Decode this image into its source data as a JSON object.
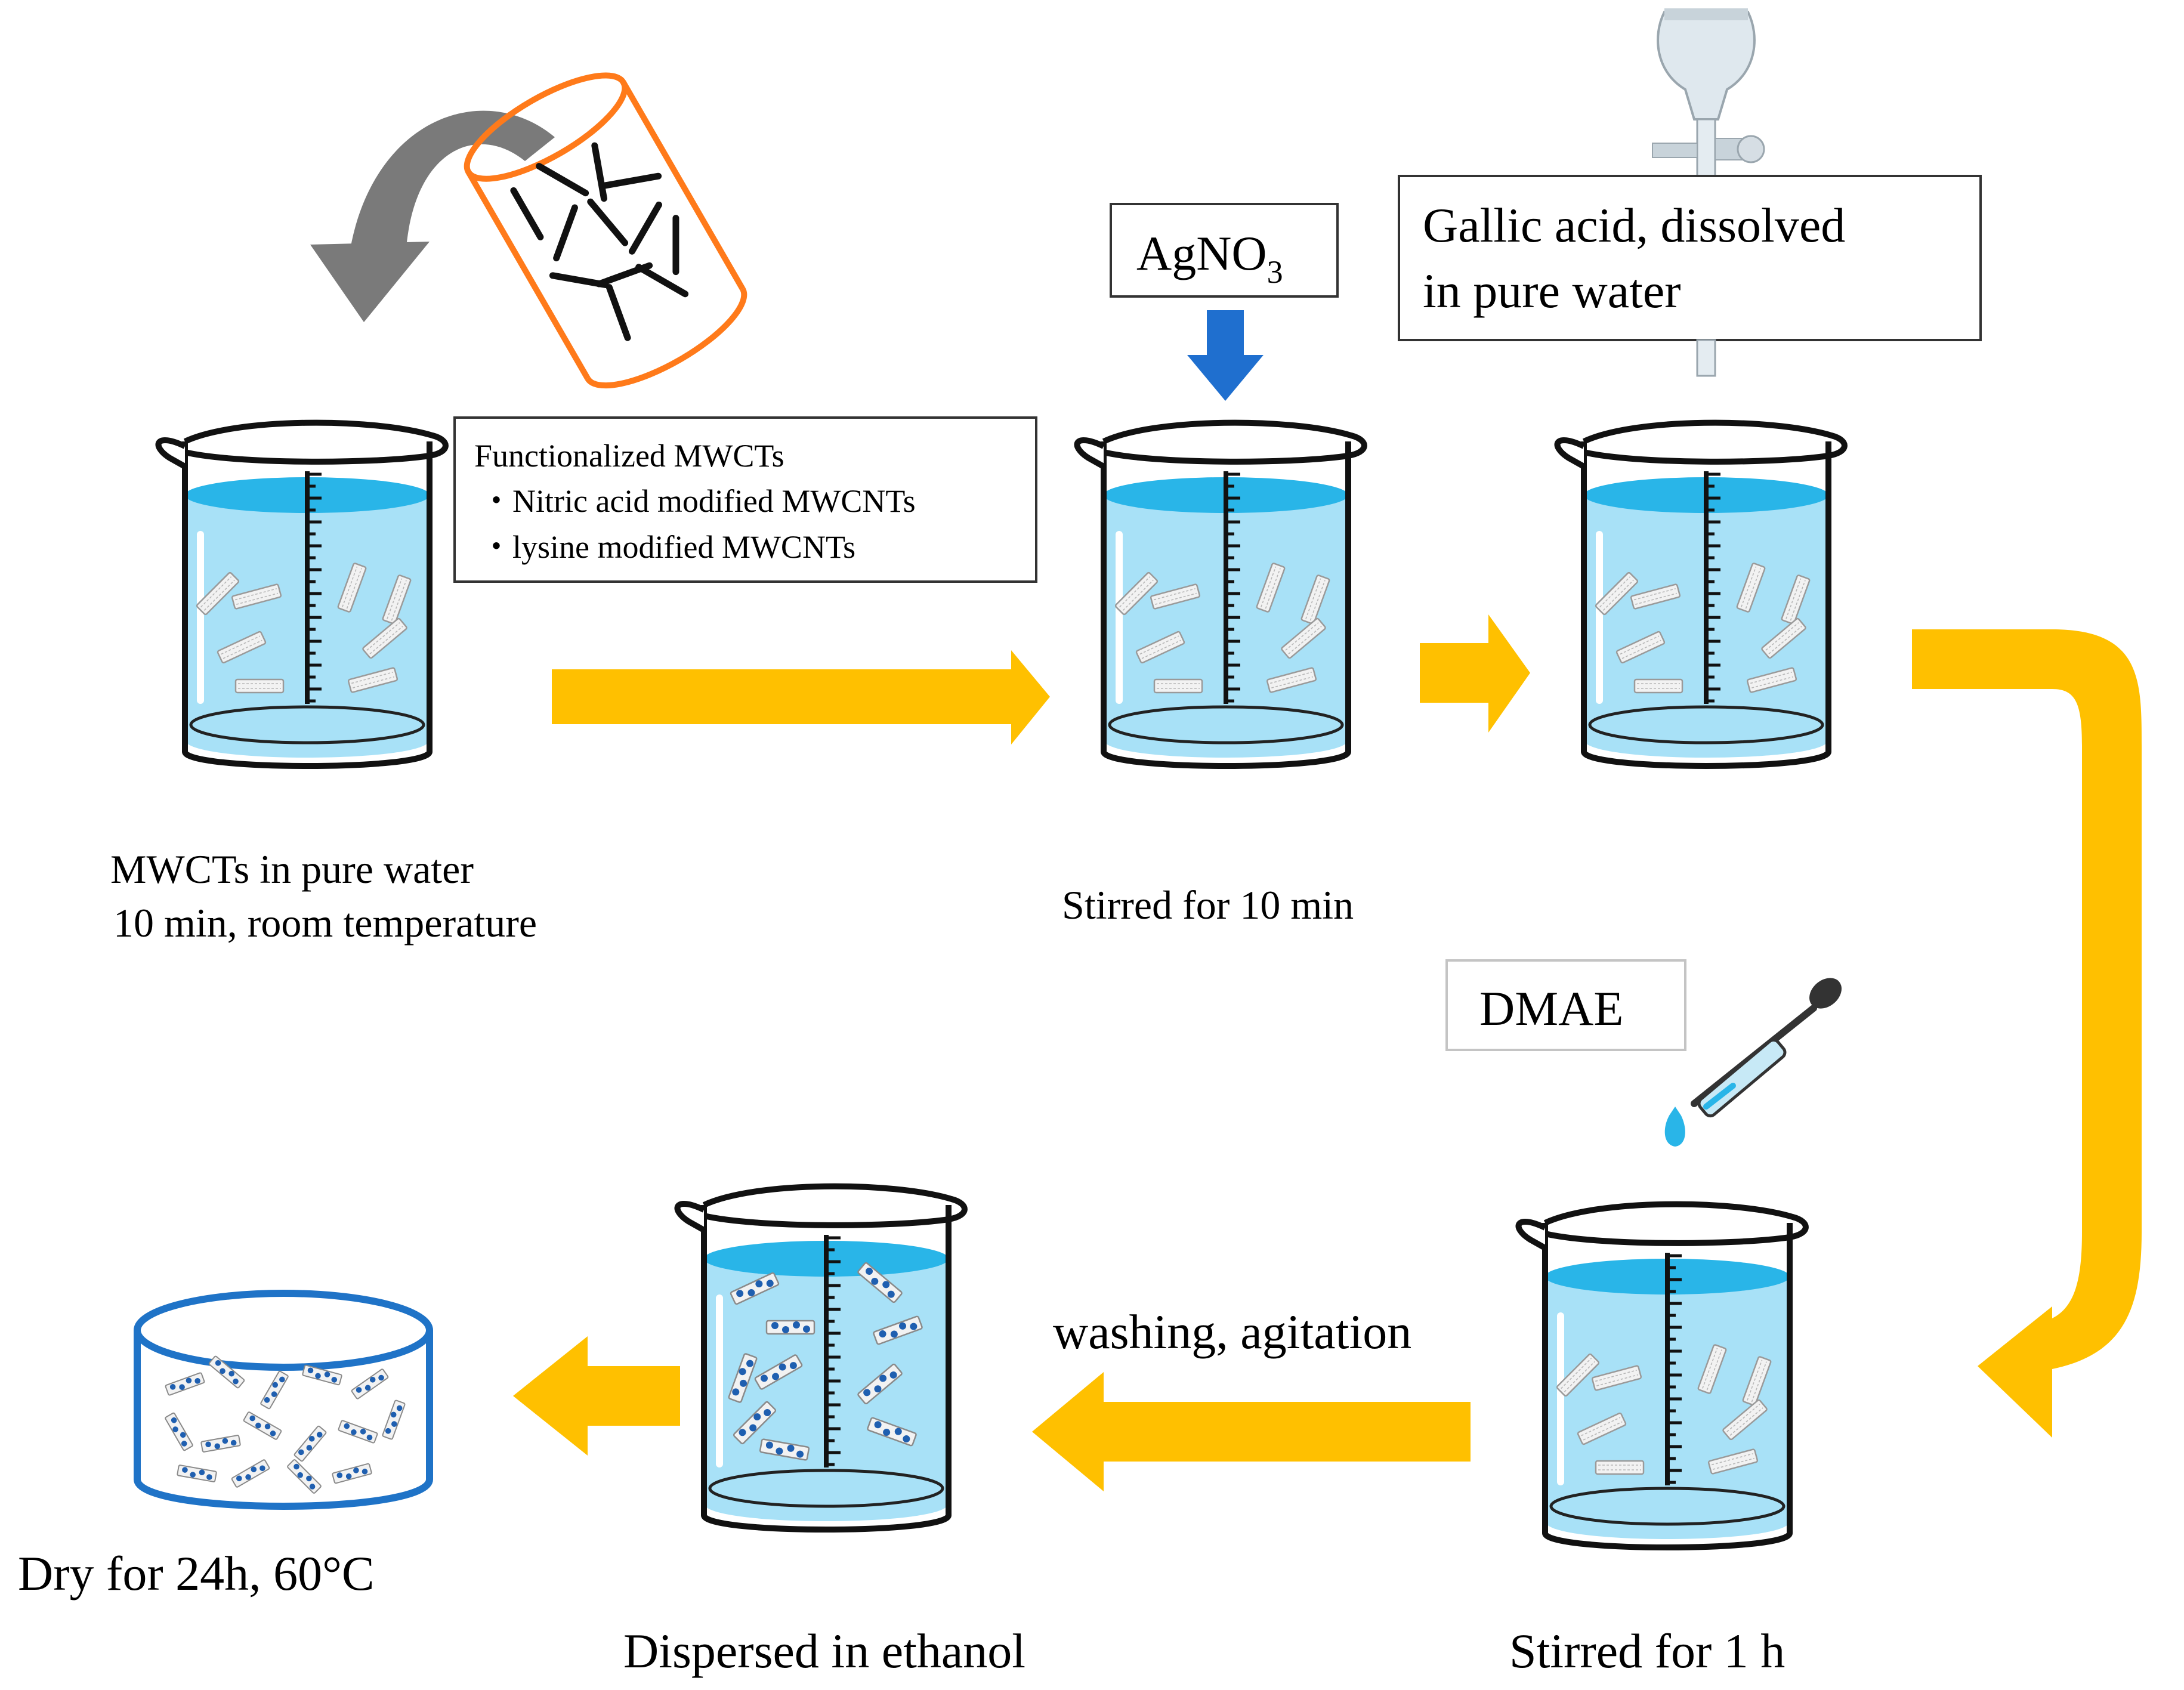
{
  "labels": {
    "func_title": "Functionalized MWCTs",
    "func_item1": "・Nitric acid modified MWCNTs",
    "func_item2": "・lysine modified MWCNTs",
    "agno3_main": "AgNO",
    "agno3_sub": "3",
    "gallic_line1": "Gallic acid, dissolved",
    "gallic_line2": "in pure water",
    "dmae": "DMAE",
    "step1_line1": "MWCTs in pure water",
    "step1_line2": "10 min, room temperature",
    "step2": "Stirred for 10 min",
    "step4": "Stirred for 1 h",
    "wash": "washing, agitation",
    "step5": "Dispersed in ethanol",
    "step6": "Dry for 24h, 60°C"
  },
  "colors": {
    "arrow": "#FFC000",
    "water_top": "#29B5E8",
    "water_body": "#A8E1F7",
    "add_arrow": "#1F6FCF",
    "sample_rim": "#FF7A1A",
    "dish": "#1F73C7",
    "ag_particle": "#1F5FB0"
  },
  "icons": {
    "beaker": "beaker-icon",
    "flip": "curved-arrow-icon",
    "funnel": "dropping-funnel-icon",
    "pipette": "pipette-icon",
    "dish": "petri-dish-icon"
  }
}
